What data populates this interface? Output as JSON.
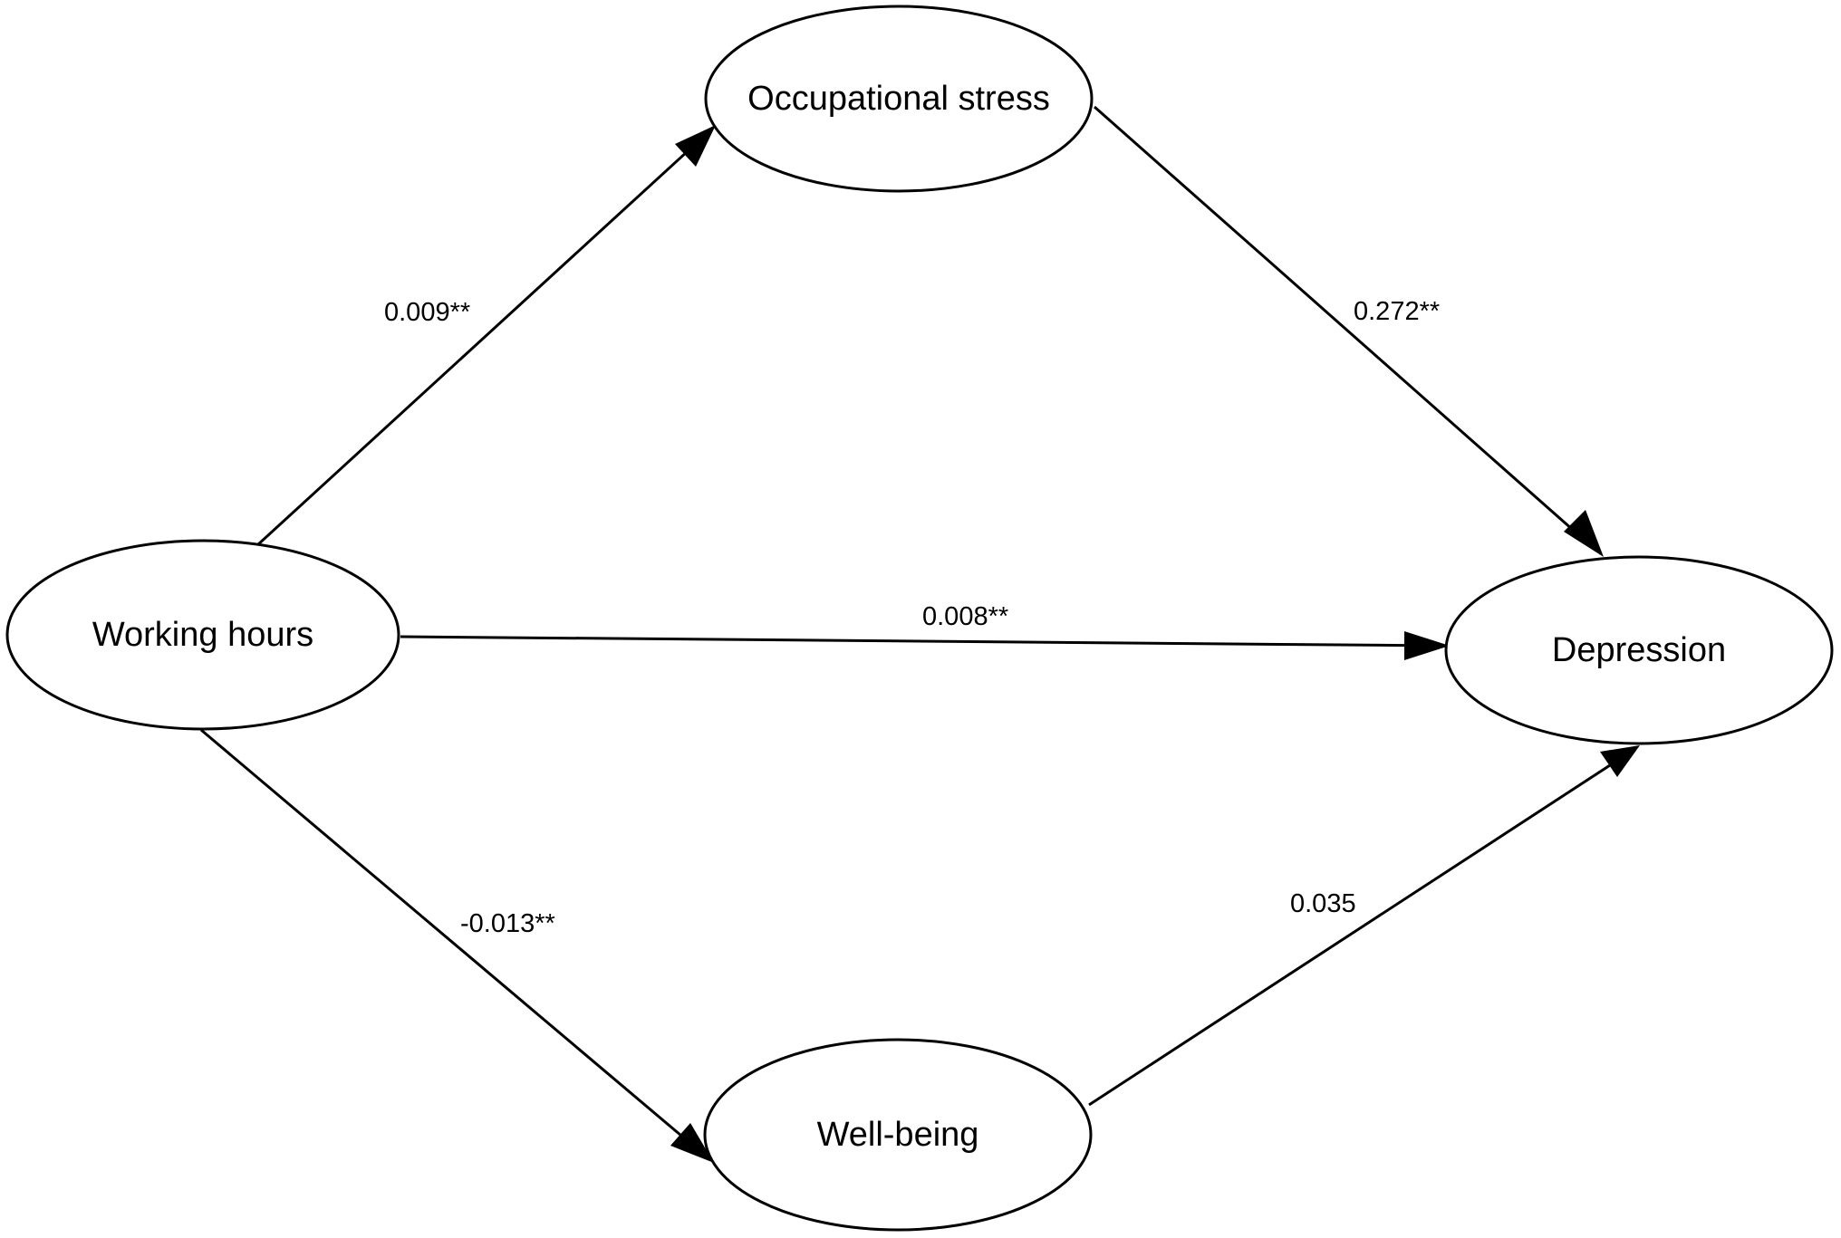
{
  "nodes": {
    "working_hours": {
      "label": "Working hours"
    },
    "occupational_stress": {
      "label": "Occupational stress"
    },
    "well_being": {
      "label": "Well-being"
    },
    "depression": {
      "label": "Depression"
    }
  },
  "edges": [
    {
      "from": "working_hours",
      "to": "occupational_stress",
      "label": "0.009**"
    },
    {
      "from": "occupational_stress",
      "to": "depression",
      "label": "0.272**"
    },
    {
      "from": "working_hours",
      "to": "depression",
      "label": "0.008**"
    },
    {
      "from": "working_hours",
      "to": "well_being",
      "label": "-0.013**"
    },
    {
      "from": "well_being",
      "to": "depression",
      "label": "0.035"
    }
  ]
}
